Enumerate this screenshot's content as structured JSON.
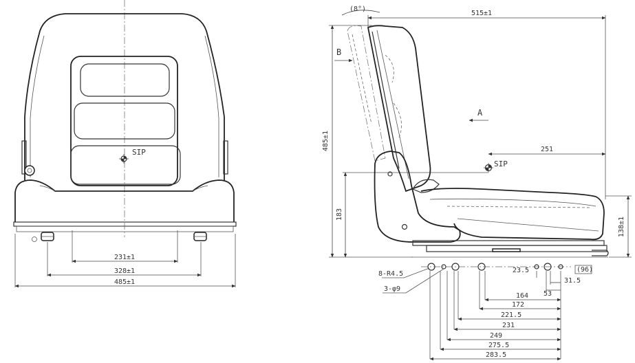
{
  "front_view": {
    "sip_label": "SIP",
    "dims": {
      "d231": "231±1",
      "d328": "328±1",
      "d485": "485±1"
    }
  },
  "side_view": {
    "angle_label": "(8°)",
    "view_b": "B",
    "view_a": "A",
    "sip_label": "SIP",
    "dims": {
      "d515": "515±1",
      "d485v": "485±1",
      "d183": "183",
      "d251": "251",
      "d138": "138±1"
    },
    "note_r45": "8-R4.5",
    "note_phi9": "3-φ9",
    "bottom_dims": {
      "d23_5": "23.5",
      "d96": "(96)",
      "d31_5": "31.5",
      "d53": "53",
      "d164": "164",
      "d172": "172",
      "d221_5": "221.5",
      "d231": "231",
      "d249": "249",
      "d275_5": "275.5",
      "d283_5": "283.5"
    }
  }
}
